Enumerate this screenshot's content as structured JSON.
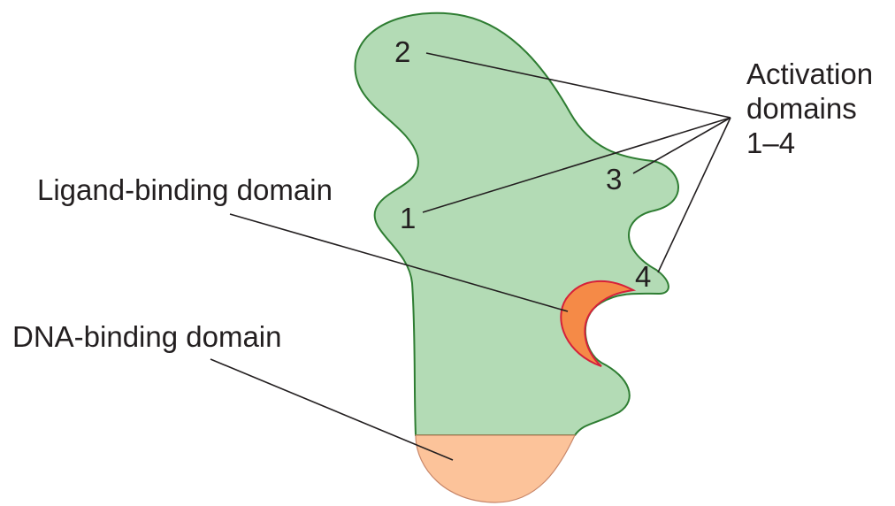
{
  "labels": {
    "activation_line1": "Activation",
    "activation_line2": "domains",
    "activation_line3": "1–4",
    "ligand": "Ligand-binding domain",
    "dna": "DNA-binding domain"
  },
  "domain_numbers": [
    "1",
    "2",
    "3",
    "4"
  ],
  "colors": {
    "protein_fill": "#b3dbb5",
    "protein_outline": "#2e7d32",
    "dna_domain_fill": "#fcc39a",
    "ligand_pocket_fill": "#f58a47",
    "ligand_pocket_outline": "#d6203a",
    "text": "#231f20"
  }
}
